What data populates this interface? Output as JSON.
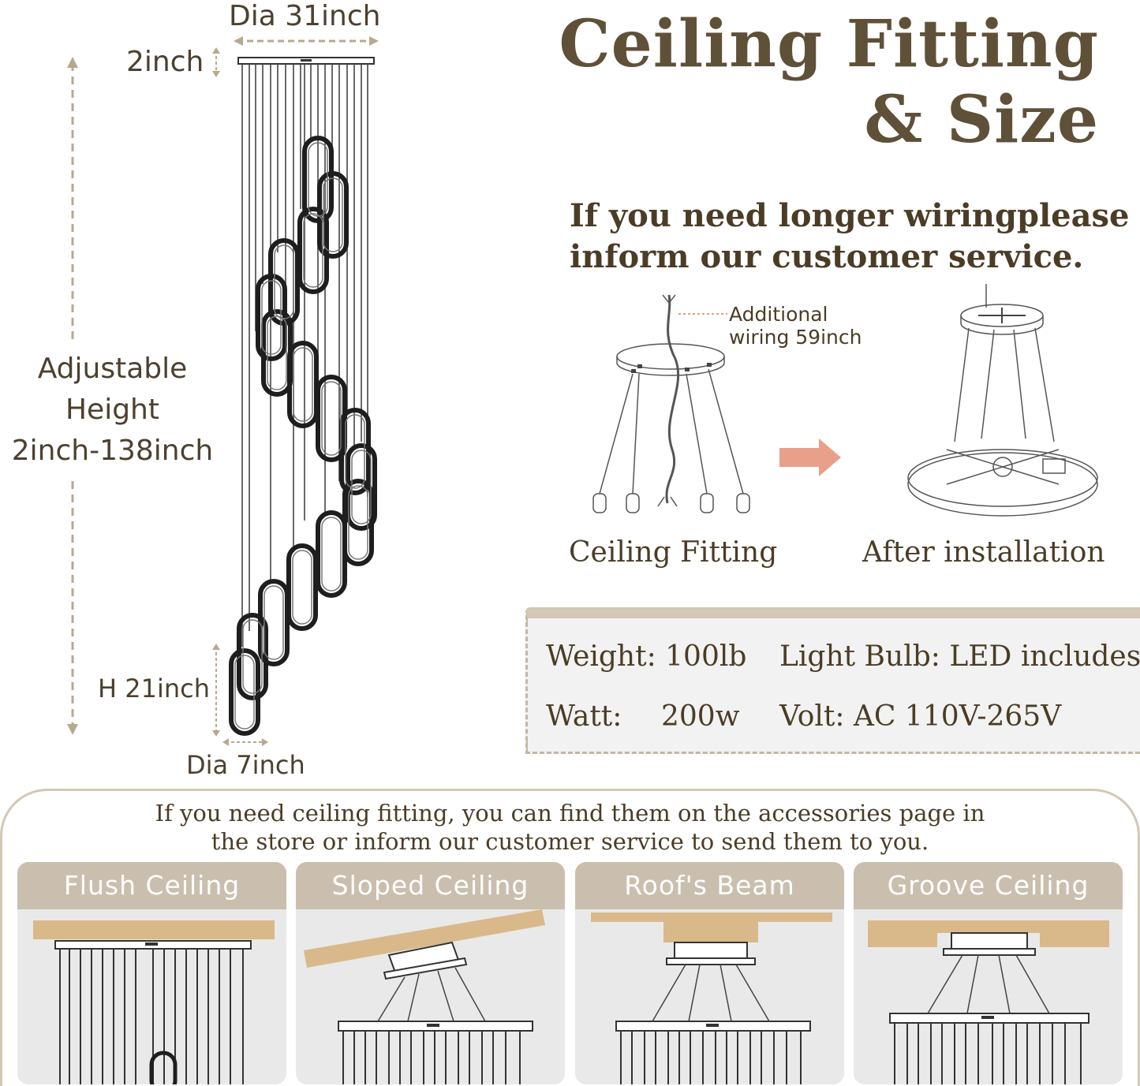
{
  "title": {
    "line1": "Ceiling Fitting",
    "line2": "& Size"
  },
  "dimensions": {
    "canopy_dia": "Dia 31inch",
    "canopy_height": "2inch",
    "adjustable_line1": "Adjustable",
    "adjustable_line2": "Height",
    "adjustable_line3": "2inch-138inch",
    "ring_height": "H 21inch",
    "ring_dia": "Dia 7inch"
  },
  "wiring_note": {
    "line1": "If you need longer wiringplease",
    "line2": "inform our customer service."
  },
  "diagram": {
    "callout_line1": "Additional",
    "callout_line2": "wiring 59inch",
    "left_caption": "Ceiling Fitting",
    "right_caption": "After installation"
  },
  "specs": {
    "weight": "Weight: 100lb",
    "bulb": "Light Bulb: LED includes",
    "watt_label": "Watt:",
    "watt_value": "200w",
    "volt": "Volt: AC 110V-265V"
  },
  "accessories_note": {
    "line1": "If you need ceiling fitting, you can find them on the accessories page in",
    "line2": "the store or inform our customer service to send them to you."
  },
  "ceiling_types": [
    {
      "label": "Flush Ceiling"
    },
    {
      "label": "Sloped Ceiling"
    },
    {
      "label": "Roof's Beam"
    },
    {
      "label": "Groove Ceiling"
    }
  ],
  "colors": {
    "title": "#5f5038",
    "accent_beige": "#cabfae",
    "wood": "#d9b98a",
    "arrow": "#e8a08a"
  }
}
